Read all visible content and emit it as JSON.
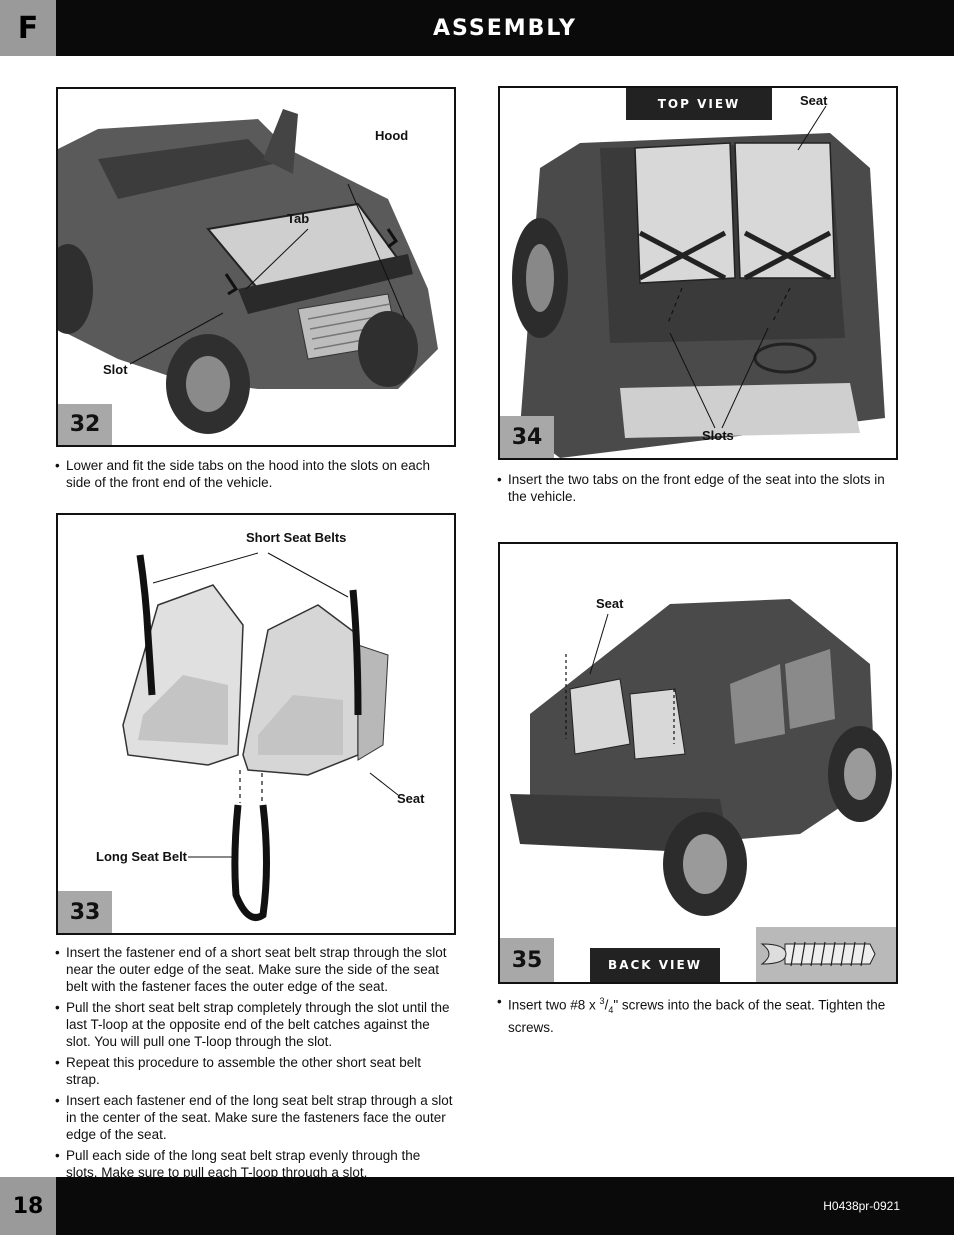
{
  "header": {
    "section_letter": "F",
    "title": "ASSEMBLY"
  },
  "footer": {
    "page_number": "18",
    "doc_code": "H0438pr-0921"
  },
  "steps": {
    "s32": {
      "number": "32",
      "labels": {
        "hood": "Hood",
        "tab": "Tab",
        "slot": "Slot"
      },
      "instructions": [
        "Lower and fit the side tabs on the hood into the slots on each side of the front end of the vehicle."
      ]
    },
    "s33": {
      "number": "33",
      "labels": {
        "short_belts": "Short Seat Belts",
        "seat": "Seat",
        "long_belt": "Long Seat Belt"
      },
      "instructions": [
        "Insert the fastener end of a short seat belt strap through the slot near the outer edge of the seat. Make sure the side of the seat belt with the fastener faces the outer edge of the seat.",
        "Pull the short seat belt strap completely through the slot until the last T-loop at the opposite end of the belt catches against the slot. You will pull one T-loop through the slot.",
        "Repeat this procedure to assemble the other short seat belt strap.",
        "Insert each fastener end of the long seat belt strap through a slot in the center of the seat. Make sure the fasteners face the outer edge of the seat.",
        "Pull each side of the long seat belt strap evenly through the slots. Make sure to pull each T-loop through a slot."
      ]
    },
    "s34": {
      "number": "34",
      "view": "TOP VIEW",
      "labels": {
        "seat": "Seat",
        "slots": "Slots"
      },
      "instructions": [
        "Insert the two tabs on the front edge of the seat into the slots in the vehicle."
      ]
    },
    "s35": {
      "number": "35",
      "view": "BACK VIEW",
      "labels": {
        "seat": "Seat"
      },
      "instruction_parts": {
        "before": "Insert two #8 x ",
        "num": "3",
        "slash": "/",
        "den": "4",
        "after": "\" screws into the back of the seat. Tighten the screws."
      }
    }
  }
}
